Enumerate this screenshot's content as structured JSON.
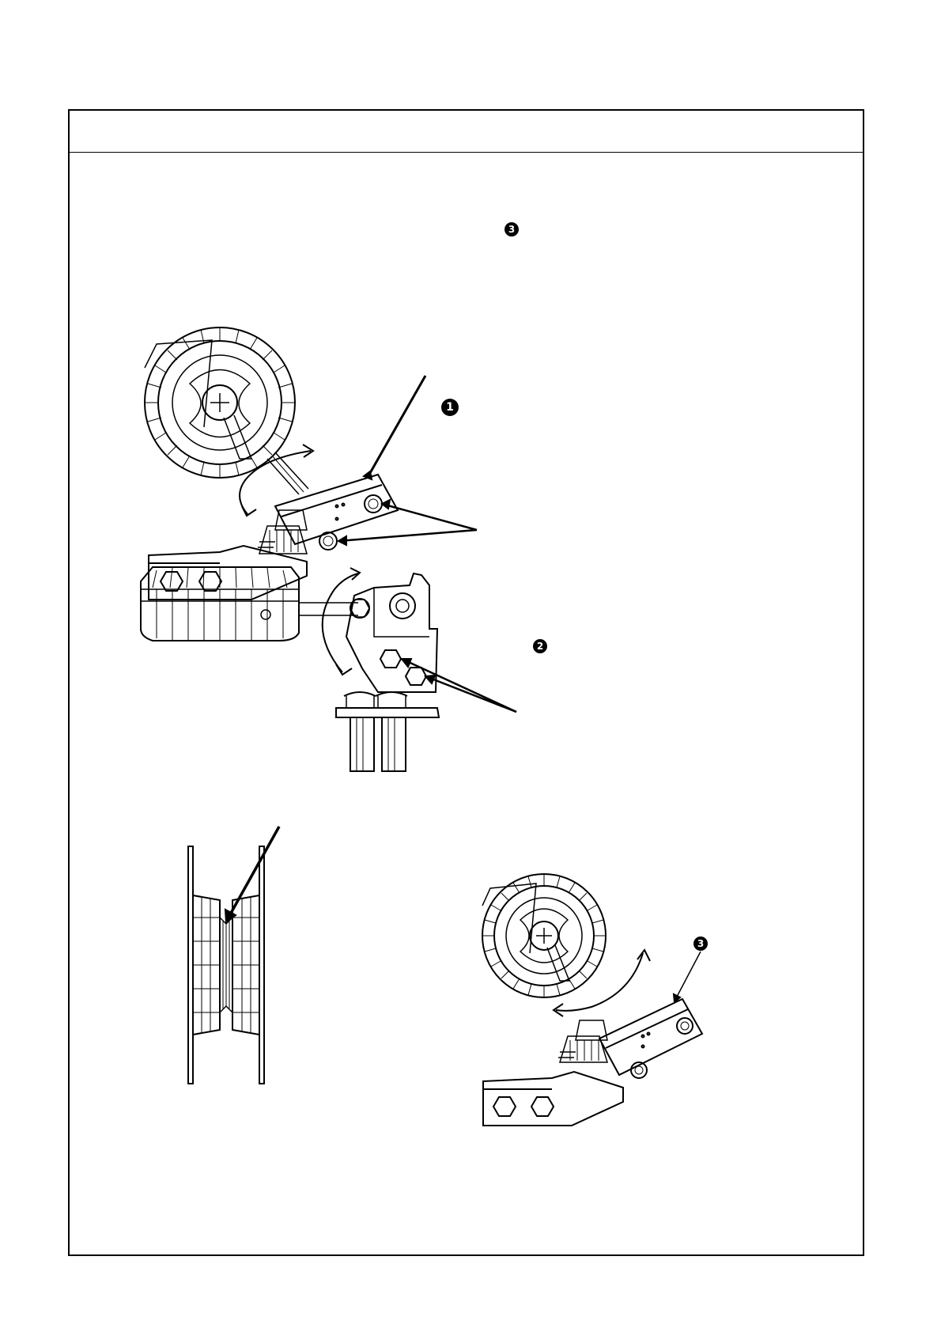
{
  "markers": {
    "callout_top": "3",
    "fig1_bolts": "1",
    "fig2_bolts": "2",
    "fig4_point": "3"
  }
}
